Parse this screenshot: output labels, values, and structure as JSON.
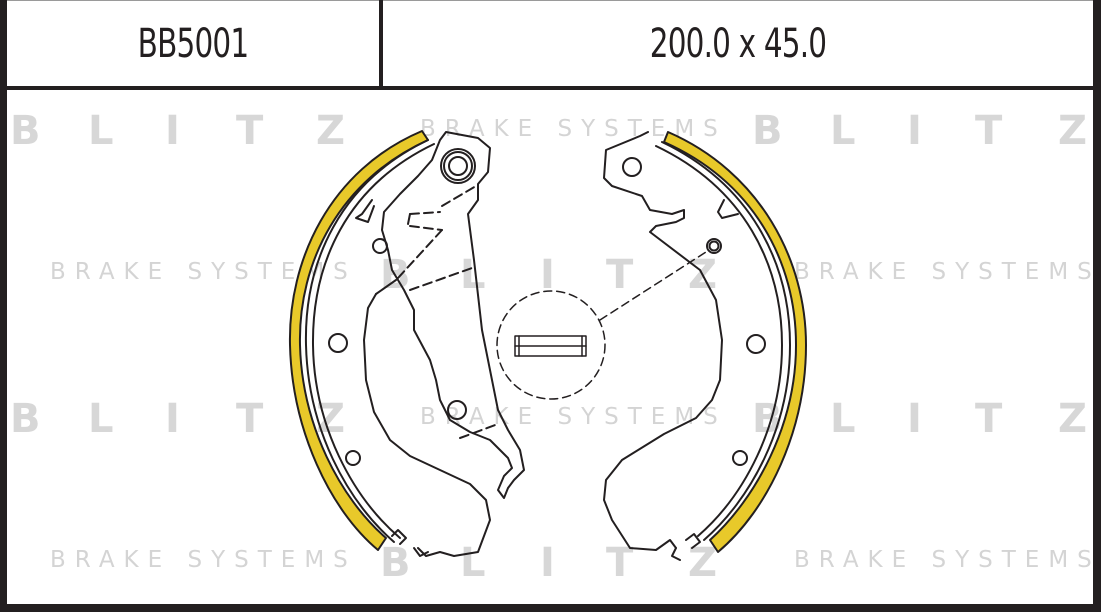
{
  "header": {
    "part_number": "BB5001",
    "dimensions": "200.0 x 45.0"
  },
  "watermark": {
    "brand": "BLITZ",
    "letters": [
      "B",
      "L",
      "I",
      "T",
      "Z"
    ],
    "tagline": "BRAKE SYSTEMS"
  },
  "colors": {
    "lining": "#e8c92a",
    "outline": "#231f20",
    "watermark": "#d7d7d7",
    "border": "#231f20"
  },
  "drawing": {
    "subject": "brake shoe set (two shoes with yellow friction lining)",
    "shoes": 2,
    "detail_callout": "adjuster strut detail (dashed circle)"
  }
}
